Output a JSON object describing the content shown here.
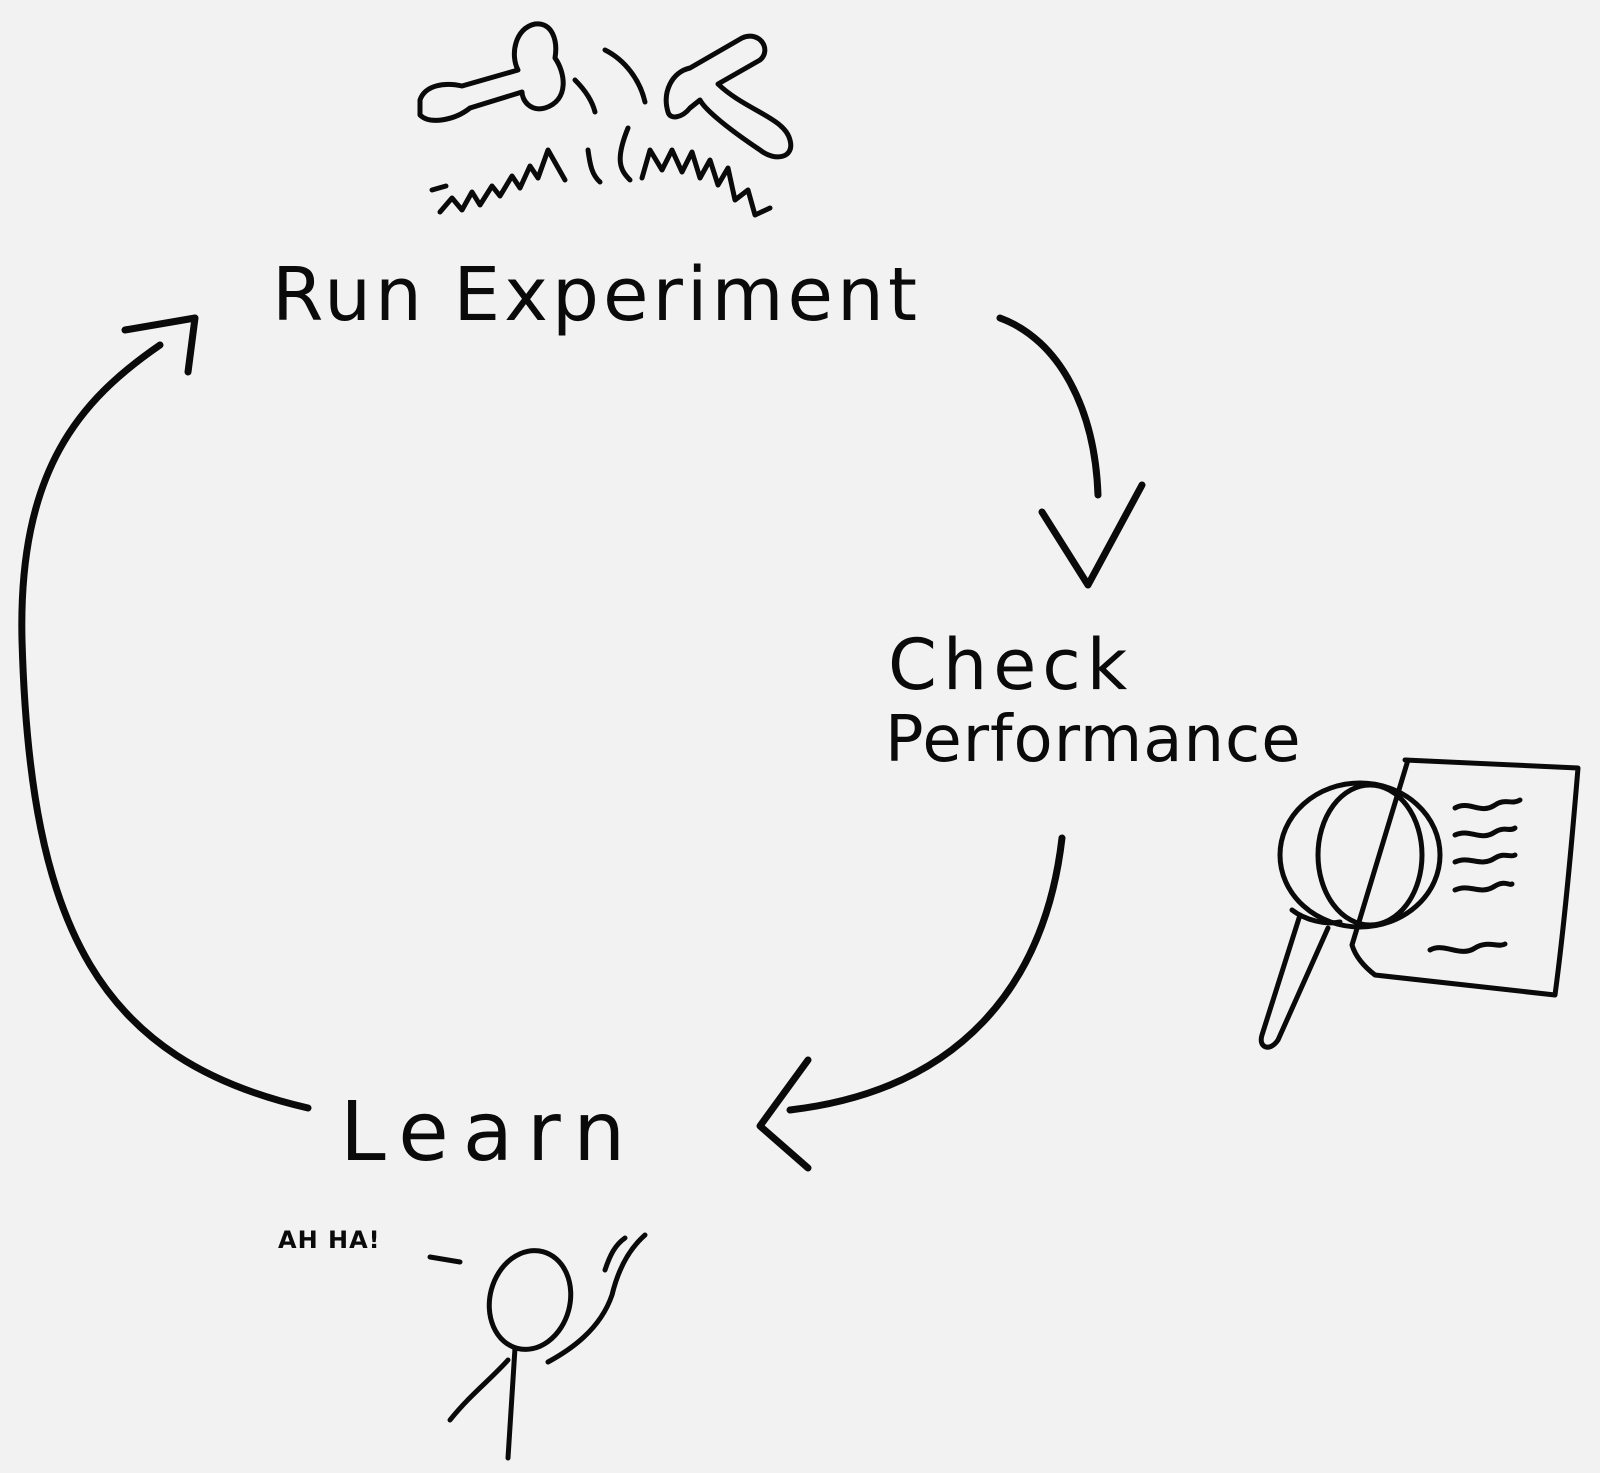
{
  "diagram": {
    "nodes": {
      "run_experiment": "Run Experiment",
      "check_performance_line1": "Check",
      "check_performance_line2": "Performance",
      "learn": "Learn",
      "exclamation": "AH HA!"
    },
    "edges": [
      {
        "from": "run_experiment",
        "to": "check_performance"
      },
      {
        "from": "check_performance",
        "to": "learn"
      },
      {
        "from": "learn",
        "to": "run_experiment"
      }
    ],
    "icons": {
      "run_experiment": "test-tubes-icon",
      "check_performance": "magnifier-document-icon",
      "learn": "stick-figure-icon"
    },
    "colors": {
      "background": "#f2f2f2",
      "ink": "#0a0a0a"
    }
  }
}
